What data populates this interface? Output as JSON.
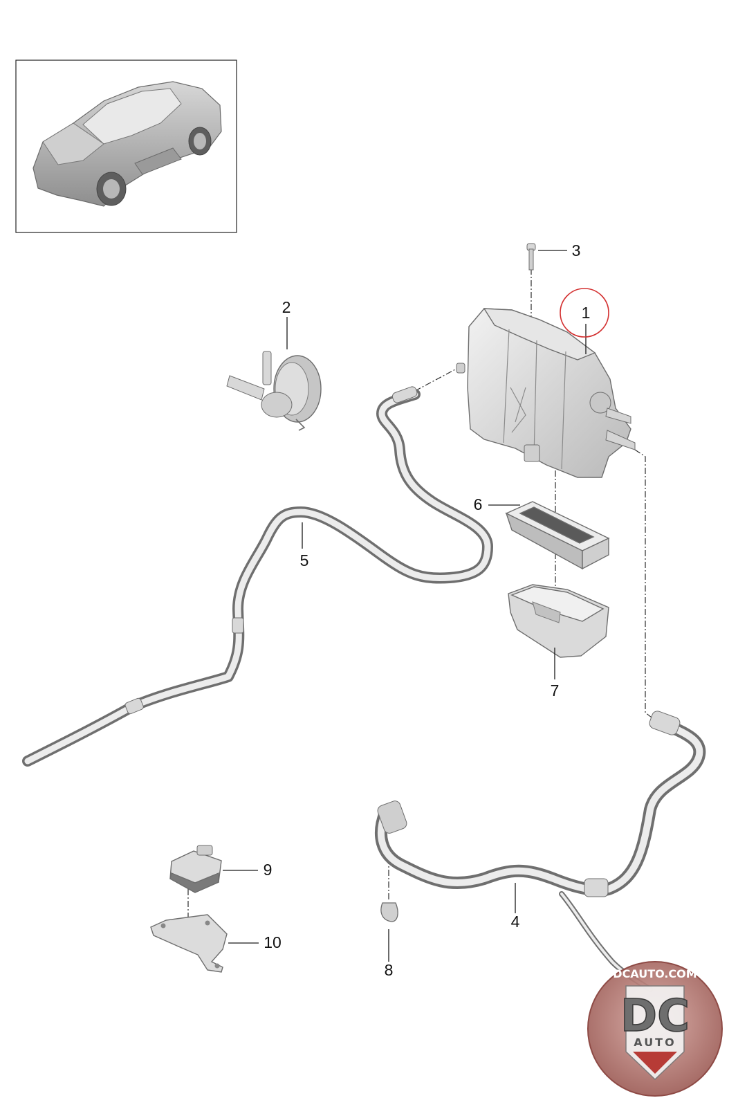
{
  "callouts": {
    "p1": "1",
    "p2": "2",
    "p3": "3",
    "p4": "4",
    "p5": "5",
    "p6": "6",
    "p7": "7",
    "p8": "8",
    "p9": "9",
    "p10": "10"
  },
  "highlight": {
    "part": "1",
    "color": "#d32f2f"
  },
  "watermark": {
    "top_text": "DCAUTO.COM",
    "logo_text": "DC",
    "sub_text": "AUTO",
    "color": "#b3312c"
  },
  "colors": {
    "part_fill": "#dcdcdc",
    "line": "#1a1a1a"
  }
}
